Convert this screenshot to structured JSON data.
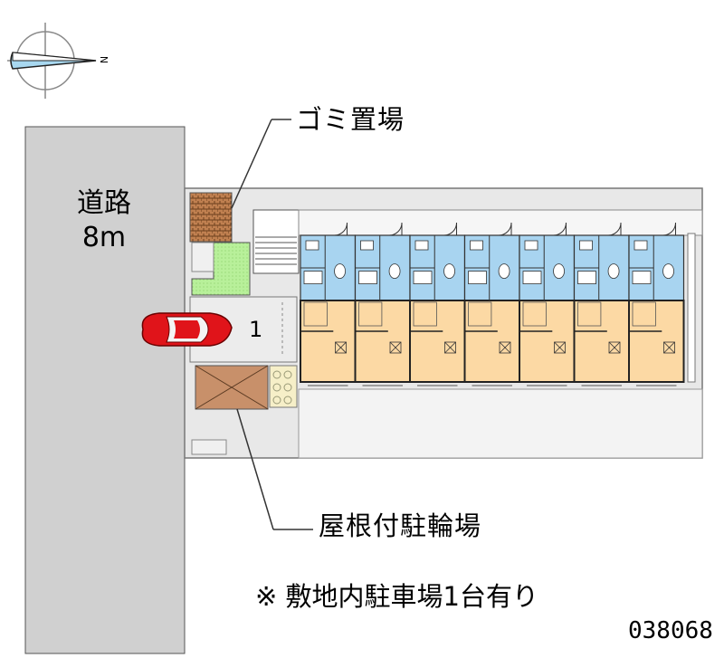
{
  "compass": {
    "north_label": "N",
    "icon": "compass-rose-icon"
  },
  "road": {
    "name": "道路",
    "width": "8m"
  },
  "labels": {
    "garbage": "ゴミ置場",
    "bicycle_parking": "屋根付駐輪場",
    "parking_note": "※ 敷地内駐車場1台有り",
    "listing_code": "038068"
  },
  "parking": {
    "space_number": "1",
    "spaces": 1,
    "icon": "red-car-icon"
  },
  "building": {
    "units": 7
  },
  "colors": {
    "road": "#d0d0d0",
    "site": "#e8e8e8",
    "room_floor": "#fcd9a4",
    "wet_area": "#a8d4f0",
    "garden": "#b8f09a",
    "garbage_area": "#b07a4a",
    "bike_roof": "#c8906a",
    "car": "#e0141a"
  }
}
